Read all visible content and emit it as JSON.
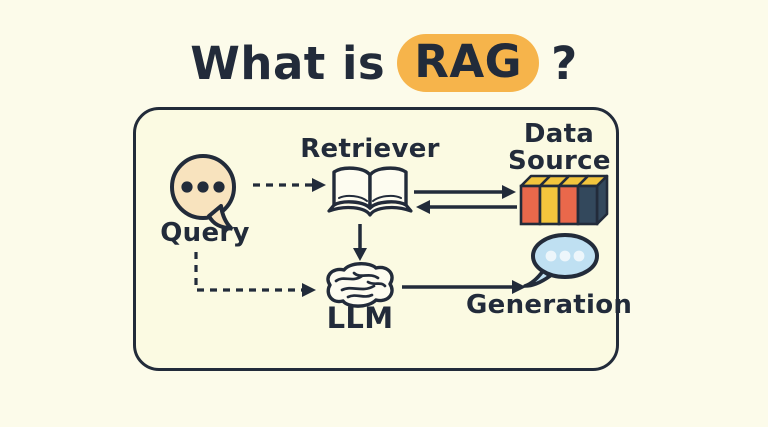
{
  "title": {
    "prefix": "What is",
    "highlight": "RAG",
    "suffix": "?"
  },
  "colors": {
    "background": "#FCFBEA",
    "panel_background": "#FBFAE2",
    "ink": "#222B3A",
    "highlight_pill": "#F6B44B",
    "query_bubble": "#F8E3BE",
    "generation_bubble": "#BFE0F2",
    "generation_dots": "#EDF6FB",
    "page_fill": "#FDFCF0",
    "data_book_red": "#E9684B",
    "data_book_yellow": "#F3C53D",
    "data_book_dark": "#33485C"
  },
  "diagram": {
    "nodes": [
      {
        "id": "query",
        "label": "Query",
        "icon": "chat-bubble-dots-icon"
      },
      {
        "id": "retriever",
        "label": "Retriever",
        "icon": "open-book-icon"
      },
      {
        "id": "data_source",
        "label": "Data Source",
        "icon": "book-stack-icon"
      },
      {
        "id": "llm",
        "label": "LLM",
        "icon": "brain-scribble-icon"
      },
      {
        "id": "generation",
        "label": "Generation",
        "icon": "chat-bubble-reply-icon"
      }
    ],
    "edges": [
      {
        "from": "query",
        "to": "retriever",
        "style": "dashed"
      },
      {
        "from": "retriever",
        "to": "data_source",
        "style": "solid"
      },
      {
        "from": "data_source",
        "to": "retriever",
        "style": "solid"
      },
      {
        "from": "retriever",
        "to": "llm",
        "style": "solid"
      },
      {
        "from": "query",
        "to": "llm",
        "style": "dashed"
      },
      {
        "from": "llm",
        "to": "generation",
        "style": "solid"
      }
    ]
  }
}
